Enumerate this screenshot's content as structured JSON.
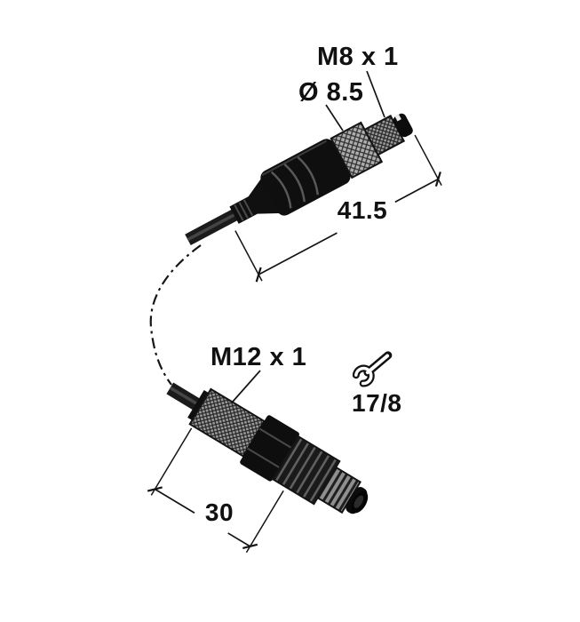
{
  "page": {
    "background": "#ffffff",
    "ink": "#111111"
  },
  "diagram": {
    "m8_connector": {
      "thread_label": "M8 x 1",
      "diameter_label": "Ø 8.5",
      "length_label": "41.5"
    },
    "m12_connector": {
      "thread_label": "M12 x 1",
      "length_label": "30",
      "wrench_flats_label": "17/8"
    },
    "icons": {
      "wrench-icon": "open-end-wrench"
    }
  }
}
